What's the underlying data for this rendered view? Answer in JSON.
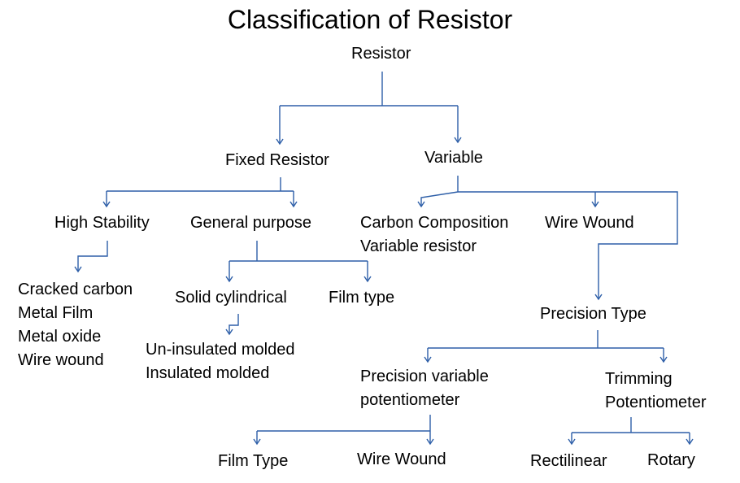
{
  "title": "Classification of Resistor",
  "nodes": {
    "resistor": "Resistor",
    "fixed_resistor": "Fixed Resistor",
    "variable": "Variable",
    "high_stability": "High Stability",
    "general_purpose": "General purpose",
    "carbon_composition_line1": "Carbon Composition",
    "carbon_composition_line2": "Variable resistor",
    "wire_wound_variable": "Wire Wound",
    "high_stability_types": [
      "Cracked carbon",
      "Metal Film",
      "Metal oxide",
      "Wire wound"
    ],
    "solid_cylindrical": "Solid cylindrical",
    "film_type": "Film type",
    "solid_types": [
      "Un-insulated molded",
      "Insulated molded"
    ],
    "precision_type": "Precision Type",
    "precision_variable_line1": "Precision variable",
    "precision_variable_line2": "potentiometer",
    "trimming_line1": "Trimming",
    "trimming_line2": "Potentiometer",
    "film_type_pv": "Film Type",
    "wire_wound_pv": "Wire Wound",
    "rectilinear": "Rectilinear",
    "rotary": "Rotary"
  },
  "colors": {
    "connector": "#2e5fa8",
    "text": "#000000",
    "background": "#ffffff"
  }
}
